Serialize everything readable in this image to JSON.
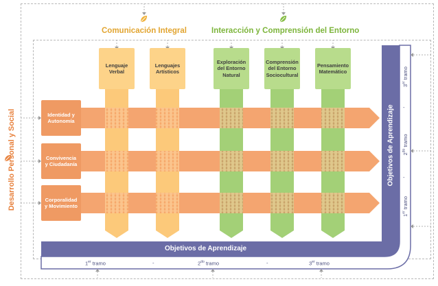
{
  "categories": {
    "comunicacion": "Comunicación Integral",
    "interaccion": "Interacción y Comprensión del Entorno",
    "desarrollo": "Desarrollo Personal y Social"
  },
  "columns": [
    {
      "label": "Lenguaje\nVerbal",
      "group": "comunicacion"
    },
    {
      "label": "Lenguajes\nArtísticos",
      "group": "comunicacion"
    },
    {
      "label": "Exploración\ndel Entorno\nNatural",
      "group": "interaccion"
    },
    {
      "label": "Comprensión\ndel Entorno\nSociocultural",
      "group": "interaccion"
    },
    {
      "label": "Pensamiento\nMatemático",
      "group": "interaccion"
    }
  ],
  "rows": [
    {
      "label": "Identidad y\nAutonomía"
    },
    {
      "label": "Convivencia\ny Ciudadanía"
    },
    {
      "label": "Corporalidad\ny Movimiento"
    }
  ],
  "objectives_label": "Objetivos de Aprendizaje",
  "tramo_word": "tramo",
  "tramos": [
    {
      "num": "1",
      "sup": "er"
    },
    {
      "num": "2",
      "sup": "do"
    },
    {
      "num": "3",
      "sup": "er"
    }
  ],
  "separator": "-",
  "colors": {
    "yellow": "#fcc97a",
    "yellow_head": "#fdd389",
    "green": "#a3d077",
    "green_head": "#b8dc8c",
    "orange": "#f4a570",
    "orange_label": "#ef9a63",
    "indigo": "#6b6da6",
    "title_yellow": "#e2a531",
    "title_green": "#7db53c",
    "title_orange": "#e7803c"
  }
}
